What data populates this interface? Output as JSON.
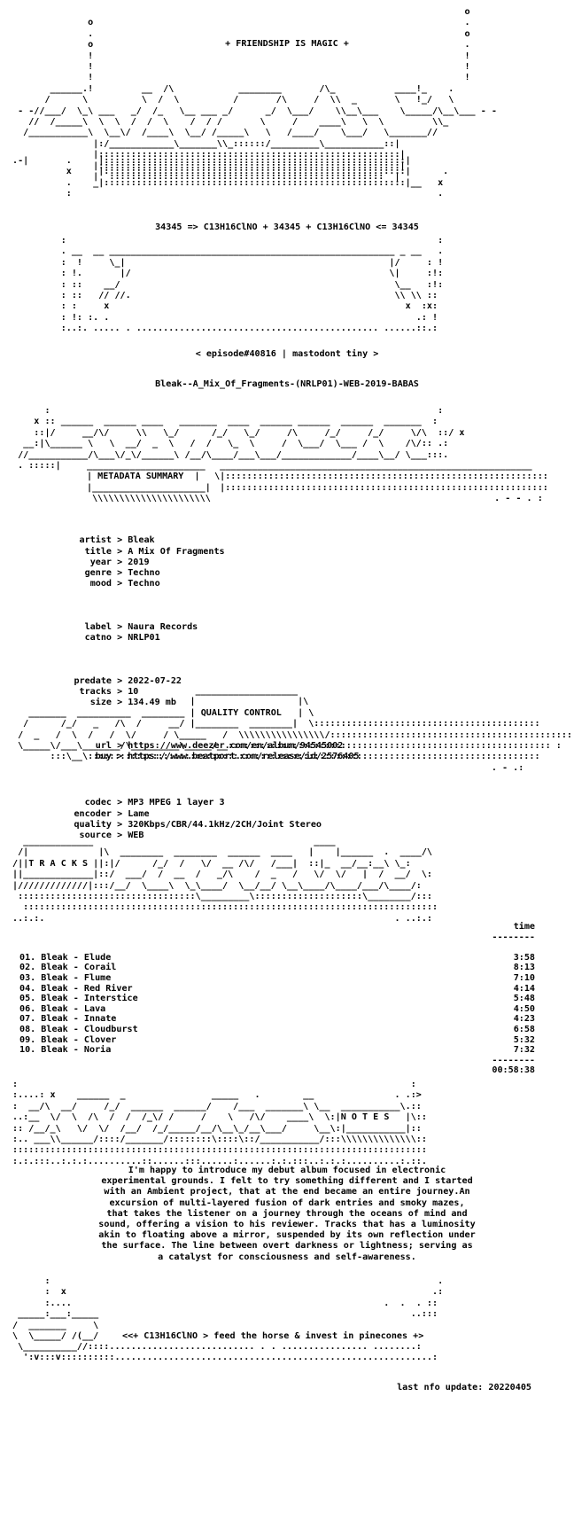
{
  "header": {
    "friendship": "+ FRIENDSHIP IS MAGIC +",
    "formula": "34345 => C13H16ClNO + 34345 + C13H16ClNO <= 34345",
    "episode": "< episode#40816 | mastodont tiny >",
    "release_name": "Bleak--A_Mix_Of_Fragments-(NRLP01)-WEB-2019-BABAS"
  },
  "sections": {
    "metadata_title": "METADATA SUMMARY",
    "quality_title": "QUALITY CONTROL",
    "tracks_title": "T R A C K S",
    "notes_title": "N O T E S"
  },
  "metadata": {
    "artist": "Bleak",
    "title": "A Mix Of Fragments",
    "year": "2019",
    "genre": "Techno",
    "mood": "Techno",
    "label": "Naura Records",
    "catno": "NRLP01",
    "predate": "2022-07-22",
    "tracks": "10",
    "size": "134.49 mb",
    "url": "https://www.deezer.com/en/album/94545002",
    "buy": "https://www.beatport.com/release/id/2576405"
  },
  "quality": {
    "codec": "MP3 MPEG 1 layer 3",
    "encoder": "Lame",
    "quality": "320Kbps/CBR/44.1kHz/2CH/Joint Stereo",
    "source": "WEB"
  },
  "tracklist": {
    "time_header": "time",
    "rule": "--------",
    "items": [
      {
        "name": "01. Bleak - Elude",
        "time": "3:58"
      },
      {
        "name": "02. Bleak - Corail",
        "time": "8:13"
      },
      {
        "name": "03. Bleak - Flume",
        "time": "7:10"
      },
      {
        "name": "04. Bleak - Red River",
        "time": "4:14"
      },
      {
        "name": "05. Bleak - Interstice",
        "time": "5:48"
      },
      {
        "name": "06. Bleak - Lava",
        "time": "4:50"
      },
      {
        "name": "07. Bleak - Innate",
        "time": "4:23"
      },
      {
        "name": "08. Bleak - Cloudburst",
        "time": "6:58"
      },
      {
        "name": "09. Bleak - Clover",
        "time": "5:32"
      },
      {
        "name": "10. Bleak - Noria",
        "time": "7:32"
      }
    ],
    "total": "00:58:38"
  },
  "notes": {
    "text": "I'm happy to introduce my debut album focused in electronic\nexperimental grounds. I felt to try something different and I started\nwith an Ambient project, that at the end became an entire journey.An\nexcursion of multi-layered fusion of dark entries and smoky mazes,\nthat takes the listener on a journey through the oceans of mind and\nsound, offering a vision to his reviewer. Tracks that has a luminosity\nakin to floating above a mirror, suspended by its own reflection under\nthe surface. The line between overt darkness or lightness; serving as\na catalyst for consciousness and self-awareness."
  },
  "footer": {
    "tagline": "<<+ C13H16ClNO > feed the horse & invest in pinecones +>",
    "last_update": "last nfo update: 20220405"
  }
}
